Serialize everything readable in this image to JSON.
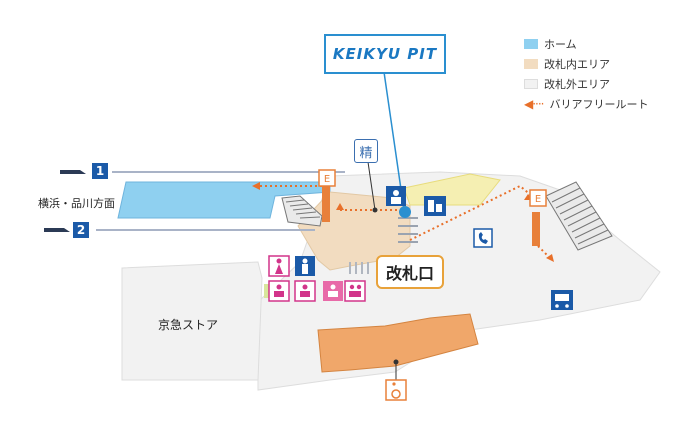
{
  "logo": {
    "text": "KEIKYU PIT"
  },
  "legend": {
    "platform": {
      "label": "ホーム",
      "color": "#8fd0f0"
    },
    "paid_area": {
      "label": "改札内エリア",
      "color": "#f2dcc0"
    },
    "unpaid_area": {
      "label": "改札外エリア",
      "color": "#f2f2f2"
    },
    "barrier_free_route": {
      "label": "バリアフリールート",
      "color": "#e8702a"
    }
  },
  "tracks": [
    {
      "number": "1"
    },
    {
      "number": "2"
    }
  ],
  "direction_label": "横浜・品川方面",
  "fare_adjustment_label": "精",
  "ticket_gate_label": "改札口",
  "store_label": "京急ストア",
  "icons": [
    "train-icon",
    "elevator-icon",
    "station-staff-icon",
    "ticket-machine-icon",
    "telephone-icon",
    "bus-icon",
    "wheelchair-icon",
    "toilet-icons",
    "escalator-stairs"
  ]
}
